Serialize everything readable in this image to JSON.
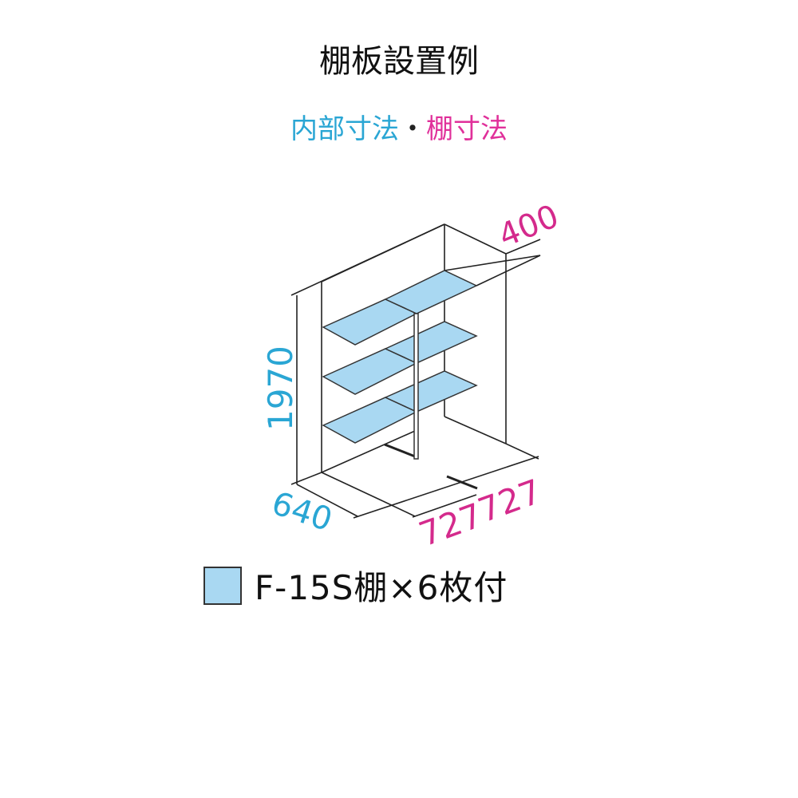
{
  "title": "棚板設置例",
  "subtitle": {
    "inner": "内部寸法",
    "separator": "・",
    "shelf": "棚寸法"
  },
  "dimensions": {
    "height": "1970",
    "depth": "640",
    "shelf_depth": "400",
    "shelf_width_1": "727",
    "shelf_width_2": "727"
  },
  "legend": {
    "label": "F-15S棚×6枚付"
  },
  "colors": {
    "inner_dim": "#2aa6d4",
    "shelf_dim": "#d42a8c",
    "shelf_fill": "#a9d8f2"
  }
}
